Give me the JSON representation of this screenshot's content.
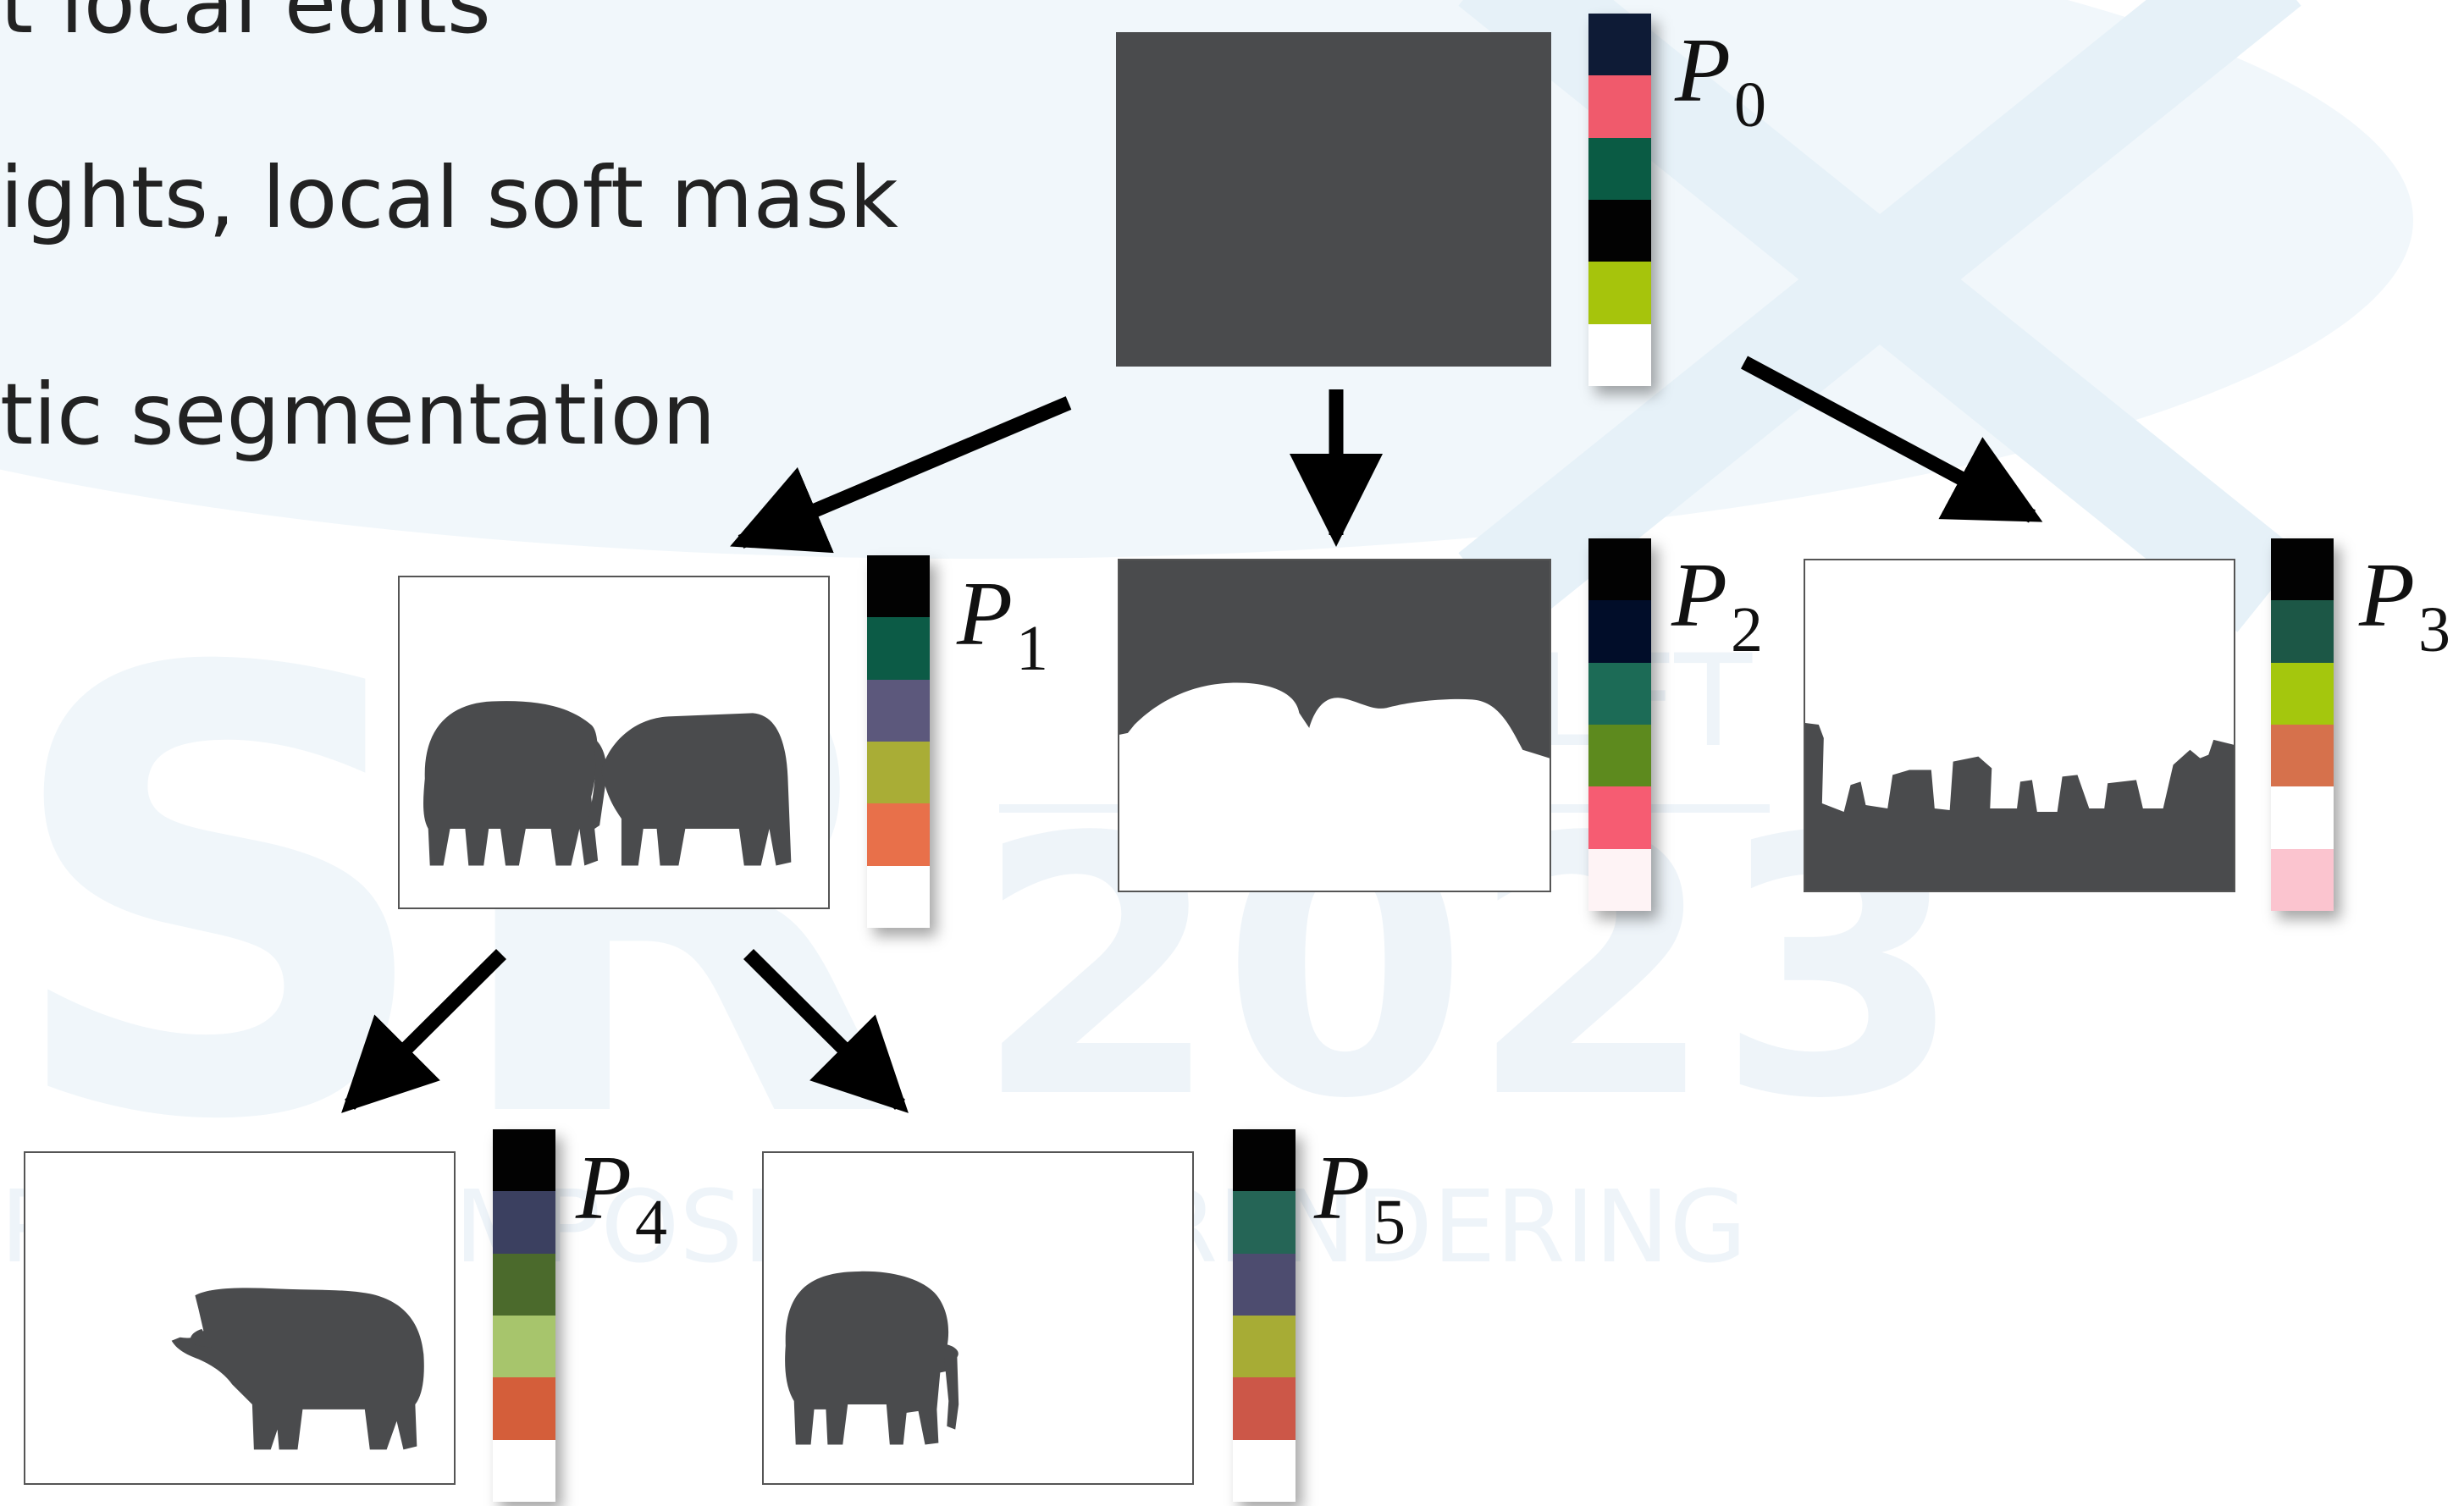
{
  "watermark": {
    "year": "2023",
    "subtitle": "PHICS SYMPOSIUM ON RENDERING",
    "initials": "SR",
    "city": "DELFT",
    "color": "#e6f1f8"
  },
  "bullets": [
    "t local edits",
    "ights, local soft mask",
    "tic segmentation"
  ],
  "nodes": [
    {
      "label": "P",
      "index": "0",
      "mask": "Full gray mask",
      "palette": [
        "#0e1b36",
        "#f05a6c",
        "#0a5b44",
        "#020202",
        "#a6c40c",
        "#ffffff"
      ]
    },
    {
      "label": "P",
      "index": "1",
      "mask": "Two elephants silhouette",
      "palette": [
        "#020202",
        "#0c5b46",
        "#5c587c",
        "#a9ad36",
        "#e8704a",
        "#ffffff"
      ]
    },
    {
      "label": "P",
      "index": "2",
      "mask": "Sky region mask",
      "palette": [
        "#020202",
        "#010d29",
        "#1c6b56",
        "#5d8a1e",
        "#f65c72",
        "#fef3f5"
      ]
    },
    {
      "label": "P",
      "index": "3",
      "mask": "Legs and ground mask",
      "palette": [
        "#020202",
        "#1c5746",
        "#a4c70d",
        "#d6714c",
        "#ffffff",
        "#fbc4cf"
      ]
    },
    {
      "label": "P",
      "index": "4",
      "mask": "Left elephant silhouette",
      "palette": [
        "#020202",
        "#3b4060",
        "#4b6a2c",
        "#a7c56c",
        "#d45e3a",
        "#ffffff"
      ]
    },
    {
      "label": "P",
      "index": "5",
      "mask": "Right elephant silhouette",
      "palette": [
        "#020202",
        "#256556",
        "#4d4c6f",
        "#a7ac35",
        "#cc5748",
        "#ffffff"
      ]
    }
  ],
  "colors": {
    "mask_gray": "#4a4b4d",
    "arrow": "#000000",
    "background": "#ffffff"
  }
}
